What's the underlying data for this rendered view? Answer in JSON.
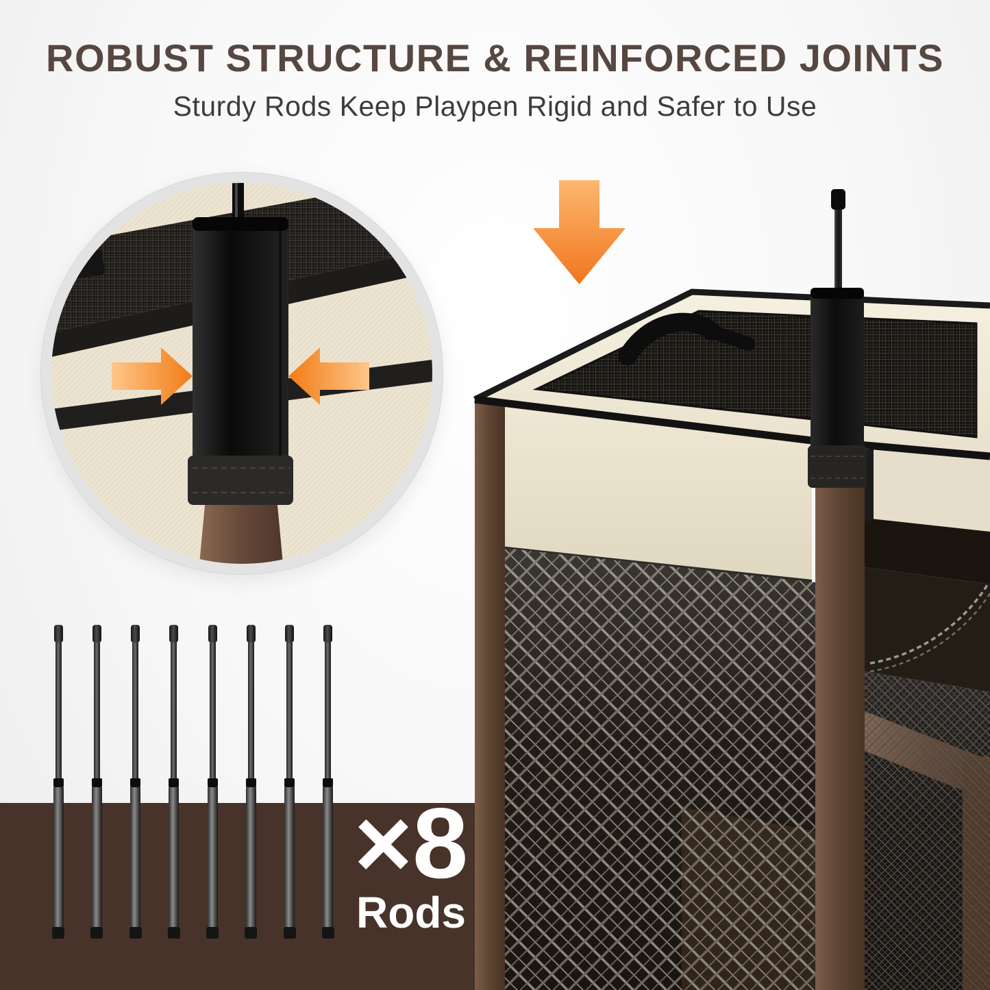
{
  "header": {
    "title": "ROBUST STRUCTURE & REINFORCED JOINTS",
    "subtitle": "Sturdy Rods Keep Playpen Rigid and Safer to Use"
  },
  "callout": {
    "count_label": "×8",
    "unit_label": "Rods",
    "rod_count": 8
  },
  "colors": {
    "title_text": "#564740",
    "subtitle_text": "#3c3c3c",
    "accent_orange": "#f6891e",
    "band_brown": "#47332a",
    "cream_fabric": "#efe8d6",
    "frame_brown": "#6b4f3d",
    "mesh_dark": "#17130e",
    "rod_black": "#1f1f1f",
    "text_on_band": "#ffffff"
  },
  "icons": {
    "down_arrow": "down-arrow-icon",
    "left_arrow": "left-arrow-icon",
    "right_arrow": "right-arrow-icon"
  }
}
